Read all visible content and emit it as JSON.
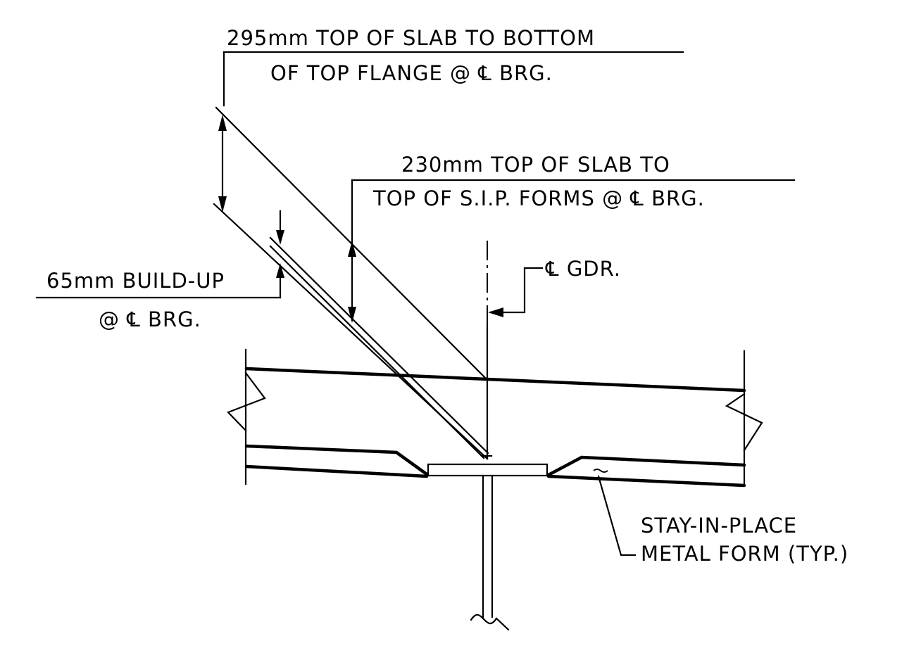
{
  "notes": {
    "dim_295": {
      "line1": "295mm TOP OF SLAB TO BOTTOM",
      "line2": "OF TOP FLANGE @ ℄ BRG."
    },
    "dim_230": {
      "line1": "230mm TOP OF SLAB TO",
      "line2": "TOP OF S.I.P. FORMS @ ℄ BRG."
    },
    "buildup": {
      "line1": "65mm BUILD-UP",
      "line2": "@ ℄ BRG."
    },
    "centerline": {
      "label": "℄ GDR."
    },
    "form": {
      "line1": "STAY-IN-PLACE",
      "line2": "METAL FORM (TYP.)"
    }
  }
}
